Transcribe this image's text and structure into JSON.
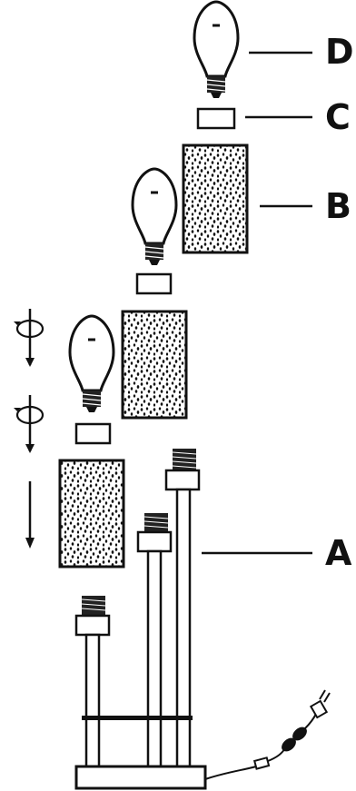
{
  "labels": {
    "a": "A",
    "b": "B",
    "c": "C",
    "d": "D"
  },
  "icons": [
    "bulb-icon",
    "twist-arrow-icon",
    "down-arrow-icon",
    "speckled-shade-icon",
    "ring-spacer-icon",
    "lamp-base-icon",
    "cord-switch-icon",
    "plug-icon"
  ],
  "colors": {
    "ink": "#111111",
    "paper": "#ffffff"
  }
}
